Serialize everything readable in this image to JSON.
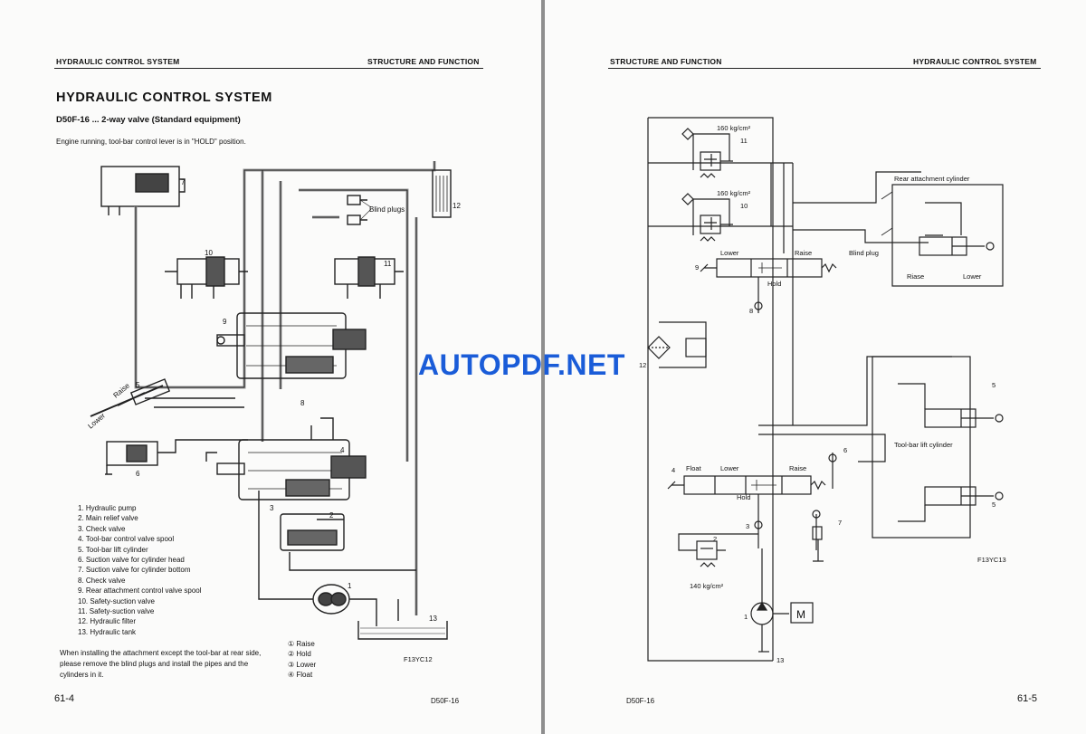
{
  "left": {
    "header_left": "HYDRAULIC CONTROL SYSTEM",
    "header_right": "STRUCTURE AND FUNCTION",
    "title": "HYDRAULIC CONTROL SYSTEM",
    "subtitle": "D50F-16 ... 2-way valve (Standard equipment)",
    "note": "Engine running, tool-bar control lever is in \"HOLD\" position.",
    "legend": [
      "1.  Hydraulic pump",
      "2.  Main relief valve",
      "3.  Check valve",
      "4.  Tool-bar control valve spool",
      "5.  Tool-bar lift cylinder",
      "6.  Suction valve for cylinder head",
      "7.  Suction valve for cylinder bottom",
      "8.  Check valve",
      "9.  Rear attachment control valve spool",
      "10.  Safety-suction valve",
      "11.  Safety-suction valve",
      "12.  Hydraulic filter",
      "13.  Hydraulic tank"
    ],
    "positions": [
      "① Raise",
      "② Hold",
      "③ Lower",
      "④ Float"
    ],
    "install_note": "When installing the attachment except the tool-bar at rear side, please remove the blind plugs and install the pipes and the cylinders in it.",
    "figure_code": "F13YC12",
    "page_number": "61-4",
    "model": "D50F-16",
    "diagram_labels": {
      "blind_plugs": "Blind plugs",
      "raise": "Raise",
      "lower": "Lower",
      "n1": "1",
      "n2": "2",
      "n3": "3",
      "n4": "4",
      "n5": "5",
      "n6": "6",
      "n7": "7",
      "n8": "8",
      "n9": "9",
      "n10": "10",
      "n11": "11",
      "n12": "12",
      "n13": "13"
    }
  },
  "right": {
    "header_left": "STRUCTURE AND FUNCTION",
    "header_right": "HYDRAULIC CONTROL SYSTEM",
    "figure_code": "F13YC13",
    "page_number": "61-5",
    "model": "D50F-16",
    "diagram_labels": {
      "pressure_top": "160 kg/cm²",
      "pressure_mid": "160 kg/cm²",
      "pressure_main": "140 kg/cm²",
      "rear_cylinder": "Rear attachment cylinder",
      "blind_plug": "Blind plug",
      "raise_arrow": "Riase",
      "lower_arrow": "Lower",
      "toolbar_cylinder": "Tool-bar lift cylinder",
      "v9_lower": "Lower",
      "v9_raise": "Raise",
      "v9_hold": "Hold",
      "v4_float": "Float",
      "v4_lower": "Lower",
      "v4_raise": "Raise",
      "v4_hold": "Hold",
      "motor": "M",
      "n1": "1",
      "n2": "2",
      "n3": "3",
      "n4": "4",
      "n5a": "5",
      "n5b": "5",
      "n6": "6",
      "n7": "7",
      "n8": "8",
      "n9": "9",
      "n10": "10",
      "n11": "11",
      "n12": "12",
      "n13": "13"
    }
  },
  "watermark": "AUTOPDF.NET"
}
